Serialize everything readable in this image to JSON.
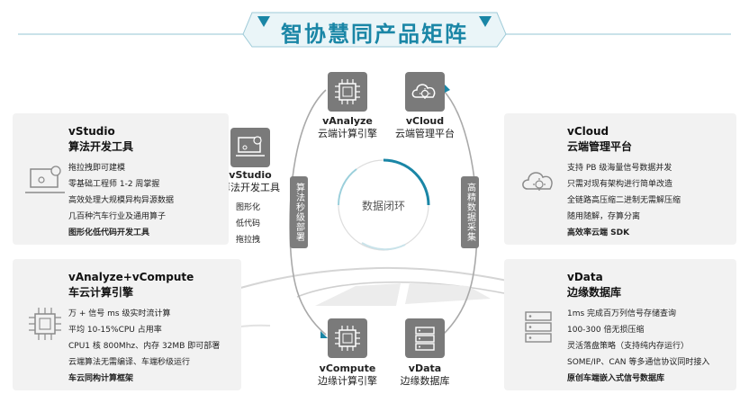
{
  "title": "智协慧同产品矩阵",
  "center": {
    "label": "数据闭环",
    "left_vertical": "算法秒级部署",
    "right_vertical": "高精数据采集"
  },
  "nodes": {
    "vanalyze": {
      "name": "vAnalyze",
      "desc": "云端计算引擎",
      "icon": "chip-icon"
    },
    "vcloud": {
      "name": "vCloud",
      "desc": "云端管理平台",
      "icon": "cloud-gear-icon"
    },
    "vstudio": {
      "name": "vStudio",
      "desc": "算法开发工具",
      "icon": "laptop-gear-icon",
      "features": [
        "图形化",
        "低代码",
        "拖拉拽"
      ]
    },
    "vcompute": {
      "name": "vCompute",
      "desc": "边缘计算引擎",
      "icon": "chip-icon"
    },
    "vdata": {
      "name": "vData",
      "desc": "边缘数据库",
      "icon": "database-icon"
    }
  },
  "cards": {
    "vstudio": {
      "title": "vStudio",
      "subtitle": "算法开发工具",
      "items": [
        "拖拉拽即可建模",
        "零基础工程师 1-2 周掌握",
        "高效处理大规模异构异源数据",
        "几百种汽车行业及通用算子"
      ],
      "highlight": "图形化低代码开发工具"
    },
    "vanalyze": {
      "title": "vAnalyze+vCompute",
      "subtitle": "车云计算引擎",
      "items": [
        "万 + 信号 ms 级实时流计算",
        "平均 10-15%CPU 占用率",
        "CPU1 核 800Mhz、内存 32MB 即可部署",
        "云端算法无需编译、车端秒级运行"
      ],
      "highlight": "车云同构计算框架"
    },
    "vcloud": {
      "title": "vCloud",
      "subtitle": "云端管理平台",
      "items": [
        "支持 PB 级海量信号数据并发",
        "只需对现有架构进行简单改造",
        "全链路高压缩二进制无需解压缩",
        "随用随解，存算分离"
      ],
      "highlight": "高效率云端 SDK"
    },
    "vdata": {
      "title": "vData",
      "subtitle": "边缘数据库",
      "items": [
        "1ms 完成百万列信号存储查询",
        "100-300 倍无损压缩",
        "灵活落盘策略（支持纯内存运行）",
        "SOME/IP、CAN 等多通信协议同时接入"
      ],
      "highlight": "原创车端嵌入式信号数据库"
    }
  },
  "colors": {
    "accent": "#1a86a6",
    "card_bg": "#f2f2f2",
    "icon_bg": "#7a7a7a",
    "vertical_bar": "#7d7d7d"
  }
}
